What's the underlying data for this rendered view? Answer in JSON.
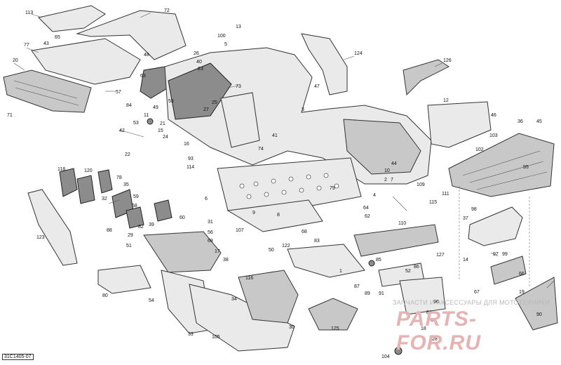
{
  "labels": [
    {
      "text": "113"
    },
    {
      "text": "65"
    },
    {
      "text": "72"
    },
    {
      "text": "77"
    },
    {
      "text": "43"
    },
    {
      "text": "20"
    },
    {
      "text": "71"
    },
    {
      "text": "57"
    },
    {
      "text": "48"
    },
    {
      "text": "49"
    },
    {
      "text": "84"
    },
    {
      "text": "26"
    },
    {
      "text": "40"
    },
    {
      "text": "23"
    },
    {
      "text": "100"
    },
    {
      "text": "13"
    },
    {
      "text": "5"
    },
    {
      "text": "124"
    },
    {
      "text": "126"
    },
    {
      "text": "73"
    },
    {
      "text": "25"
    },
    {
      "text": "21"
    },
    {
      "text": "11"
    },
    {
      "text": "53"
    },
    {
      "text": "15"
    },
    {
      "text": "24"
    },
    {
      "text": "42"
    },
    {
      "text": "22"
    },
    {
      "text": "93"
    },
    {
      "text": "114"
    },
    {
      "text": "74"
    },
    {
      "text": "41"
    },
    {
      "text": "46"
    },
    {
      "text": "12"
    },
    {
      "text": "36"
    },
    {
      "text": "45"
    },
    {
      "text": "103"
    },
    {
      "text": "102"
    },
    {
      "text": "118"
    },
    {
      "text": "120"
    },
    {
      "text": "78"
    },
    {
      "text": "32"
    },
    {
      "text": "35"
    },
    {
      "text": "59"
    },
    {
      "text": "58"
    },
    {
      "text": "88"
    },
    {
      "text": "29"
    },
    {
      "text": "51"
    },
    {
      "text": "82"
    },
    {
      "text": "123"
    },
    {
      "text": "39"
    },
    {
      "text": "56"
    },
    {
      "text": "69"
    },
    {
      "text": "17"
    },
    {
      "text": "107"
    },
    {
      "text": "109"
    },
    {
      "text": "115"
    },
    {
      "text": "111"
    },
    {
      "text": "110"
    },
    {
      "text": "98"
    },
    {
      "text": "37"
    },
    {
      "text": "14"
    },
    {
      "text": "97"
    },
    {
      "text": "99"
    },
    {
      "text": "66"
    },
    {
      "text": "67"
    },
    {
      "text": "19"
    },
    {
      "text": "90"
    },
    {
      "text": "127"
    },
    {
      "text": "122"
    },
    {
      "text": "50"
    },
    {
      "text": "52"
    },
    {
      "text": "86"
    },
    {
      "text": "116"
    },
    {
      "text": "80"
    },
    {
      "text": "54"
    },
    {
      "text": "33"
    },
    {
      "text": "105"
    },
    {
      "text": "34"
    },
    {
      "text": "30"
    },
    {
      "text": "125"
    },
    {
      "text": "104"
    },
    {
      "text": "96"
    },
    {
      "text": "28"
    },
    {
      "text": "18"
    },
    {
      "text": "81"
    },
    {
      "text": "61"
    },
    {
      "text": "64"
    },
    {
      "text": "2"
    },
    {
      "text": "3"
    },
    {
      "text": "4"
    },
    {
      "text": "6"
    },
    {
      "text": "7"
    },
    {
      "text": "10"
    },
    {
      "text": "16"
    },
    {
      "text": "27"
    },
    {
      "text": "31"
    },
    {
      "text": "38"
    },
    {
      "text": "44"
    },
    {
      "text": "47"
    },
    {
      "text": "55"
    },
    {
      "text": "60"
    },
    {
      "text": "62"
    },
    {
      "text": "68"
    },
    {
      "text": "79"
    },
    {
      "text": "83"
    },
    {
      "text": "85"
    },
    {
      "text": "87"
    },
    {
      "text": "89"
    },
    {
      "text": "91"
    },
    {
      "text": "1"
    },
    {
      "text": "9"
    },
    {
      "text": "8"
    },
    {
      "text": "95"
    },
    {
      "text": "63"
    }
  ],
  "diagram_code": "31C1405-07",
  "watermark": {
    "text": "ЗАПЧАСТИ И АКСЕССУАРЫ ДЛЯ МОТОТЕХНИКИ",
    "logo": "PARTS-FOR.RU"
  },
  "colors": {
    "line": "#333333",
    "part_fill": "#eaeaea",
    "dark_fill": "#8c8c8c",
    "watermark": "#e6b3b3"
  }
}
